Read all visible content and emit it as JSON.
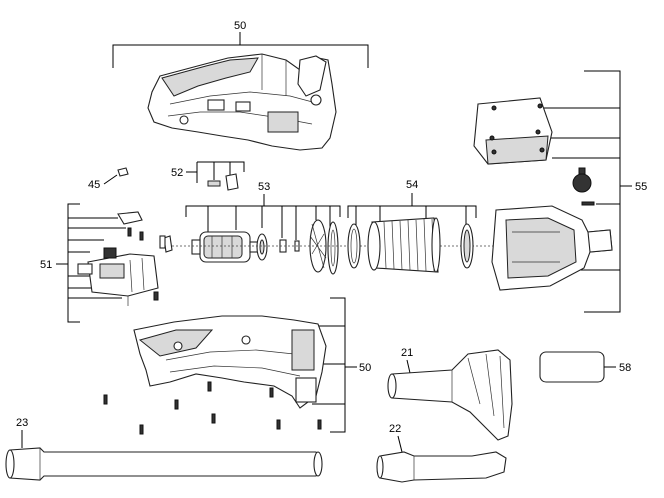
{
  "callouts": {
    "c50_top": "50",
    "c50_bottom": "50",
    "c45": "45",
    "c52": "52",
    "c53": "53",
    "c54": "54",
    "c55": "55",
    "c51": "51",
    "c21": "21",
    "c22": "22",
    "c23": "23",
    "c58": "58"
  }
}
